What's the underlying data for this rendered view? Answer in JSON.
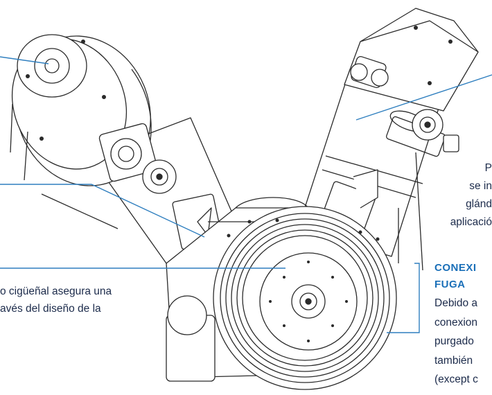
{
  "colors": {
    "accent": "#1a6fb8",
    "text": "#1b2a4a",
    "line": "#2f7fbf",
    "drawing": "#2a2a2a"
  },
  "callouts": {
    "crankshaft": {
      "line1": "o cigüeñal asegura una",
      "line2": "avés del diseño de la"
    },
    "right_top": {
      "line1": "P",
      "line2": "se in",
      "line3": "glánd",
      "line4": "aplicació"
    },
    "leak": {
      "heading1": "CONEXI",
      "heading2": "FUGA",
      "body1": "Debido a",
      "body2": "conexion",
      "body3": "purgado",
      "body4": "también",
      "body5": "(except c"
    }
  }
}
